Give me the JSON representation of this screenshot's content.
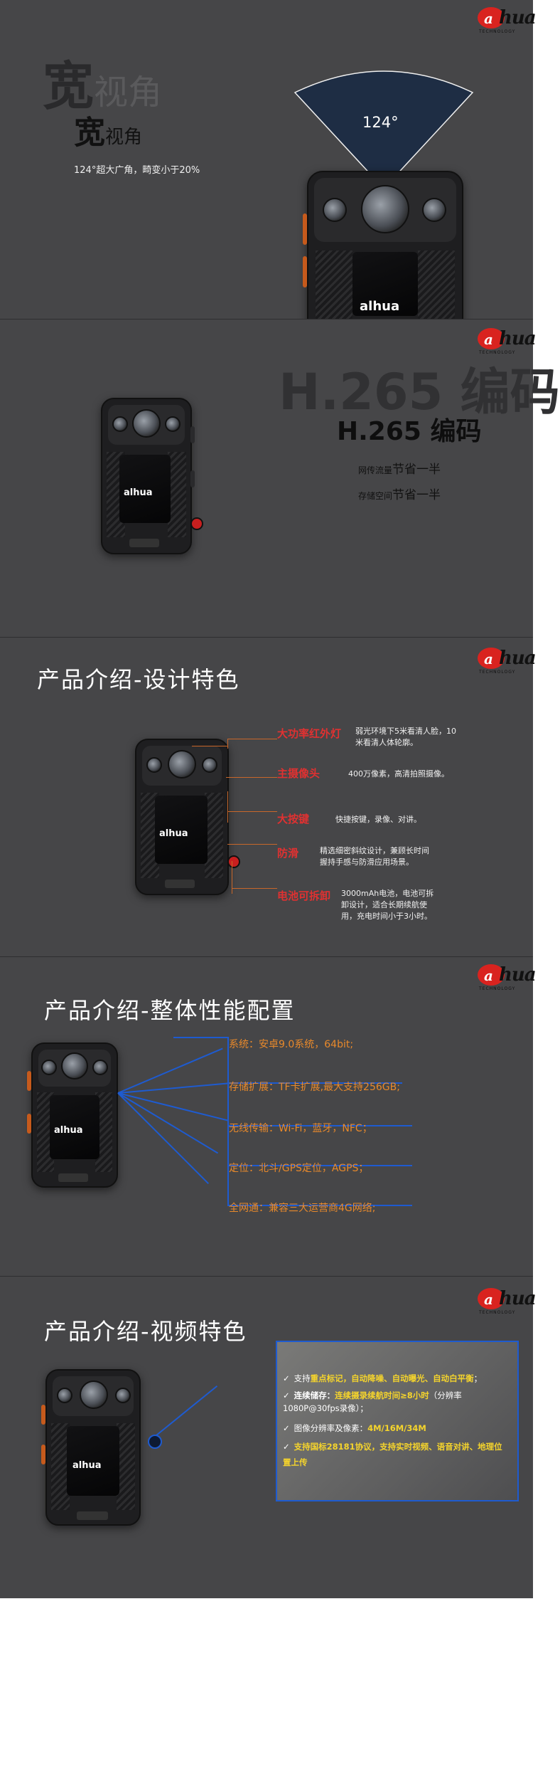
{
  "logo": {
    "mark": "a",
    "text": "hua",
    "sub": "TECHNOLOGY"
  },
  "section1": {
    "bg_title_1": "宽",
    "bg_title_2": "视角",
    "title_1": "宽",
    "title_2": "视角",
    "desc": "124°超大广角，畸变小于20%",
    "angle": "124°",
    "brand": "alhua"
  },
  "section2": {
    "bg_title": "H.265 编码",
    "title": "H.265 编码",
    "line1_prefix": "网传流量",
    "line1_main": "节省一半",
    "line2_prefix": "存储空间",
    "line2_main": "节省一半",
    "brand": "alhua"
  },
  "section3": {
    "title": "产品介绍-设计特色",
    "brand": "alhua",
    "features": [
      {
        "label": "大功率红外灯",
        "desc": "弱光环境下5米看清人脸，10米看清人体轮廓。"
      },
      {
        "label": "主摄像头",
        "desc": "400万像素，高清拍照摄像。"
      },
      {
        "label": "大按键",
        "desc": "快捷按键，录像、对讲。"
      },
      {
        "label": "防滑",
        "desc": "精选细密斜纹设计，兼顾长时间握持手感与防滑应用场景。"
      },
      {
        "label": "电池可拆卸",
        "desc": "3000mAh电池，电池可拆卸设计，适合长期续航使用，充电时间小于3小时。"
      }
    ]
  },
  "section4": {
    "title": "产品介绍-整体性能配置",
    "brand": "alhua",
    "specs": [
      "系统：安卓9.0系统，64bit;",
      "存储扩展：TF卡扩展,最大支持256GB;",
      "无线传输：Wi-Fi，蓝牙，NFC；",
      "定位：北斗/GPS定位，AGPS；",
      "全网通：兼容三大运营商4G网络;"
    ]
  },
  "section5": {
    "title": "产品介绍-视频特色",
    "brand": "alhua",
    "items": [
      {
        "check": "✓",
        "text_a": "支持",
        "text_b": "重点标记，自动降噪、自动曝光、自动白平衡",
        "text_c": "；"
      },
      {
        "check": "✓",
        "text_a": "连续储存：",
        "text_b": "连续摄录续航时间≥8小时",
        "text_c": "（分辨率1080P@30fps录像）；"
      },
      {
        "check": "✓",
        "text_a": "图像分辨率及像素：",
        "text_b": "4M/16M/34M",
        "text_c": ""
      },
      {
        "check": "✓",
        "text_a": "",
        "text_b": "支持国标28181协议，支持实时视频、语音对讲、地理位置上传",
        "text_c": ""
      }
    ]
  },
  "colors": {
    "panel_bg": "#464648",
    "accent_orange": "#e8892b",
    "accent_red": "#e03131",
    "accent_blue": "#1e5bd0",
    "highlight_yellow": "#f5d42c"
  }
}
